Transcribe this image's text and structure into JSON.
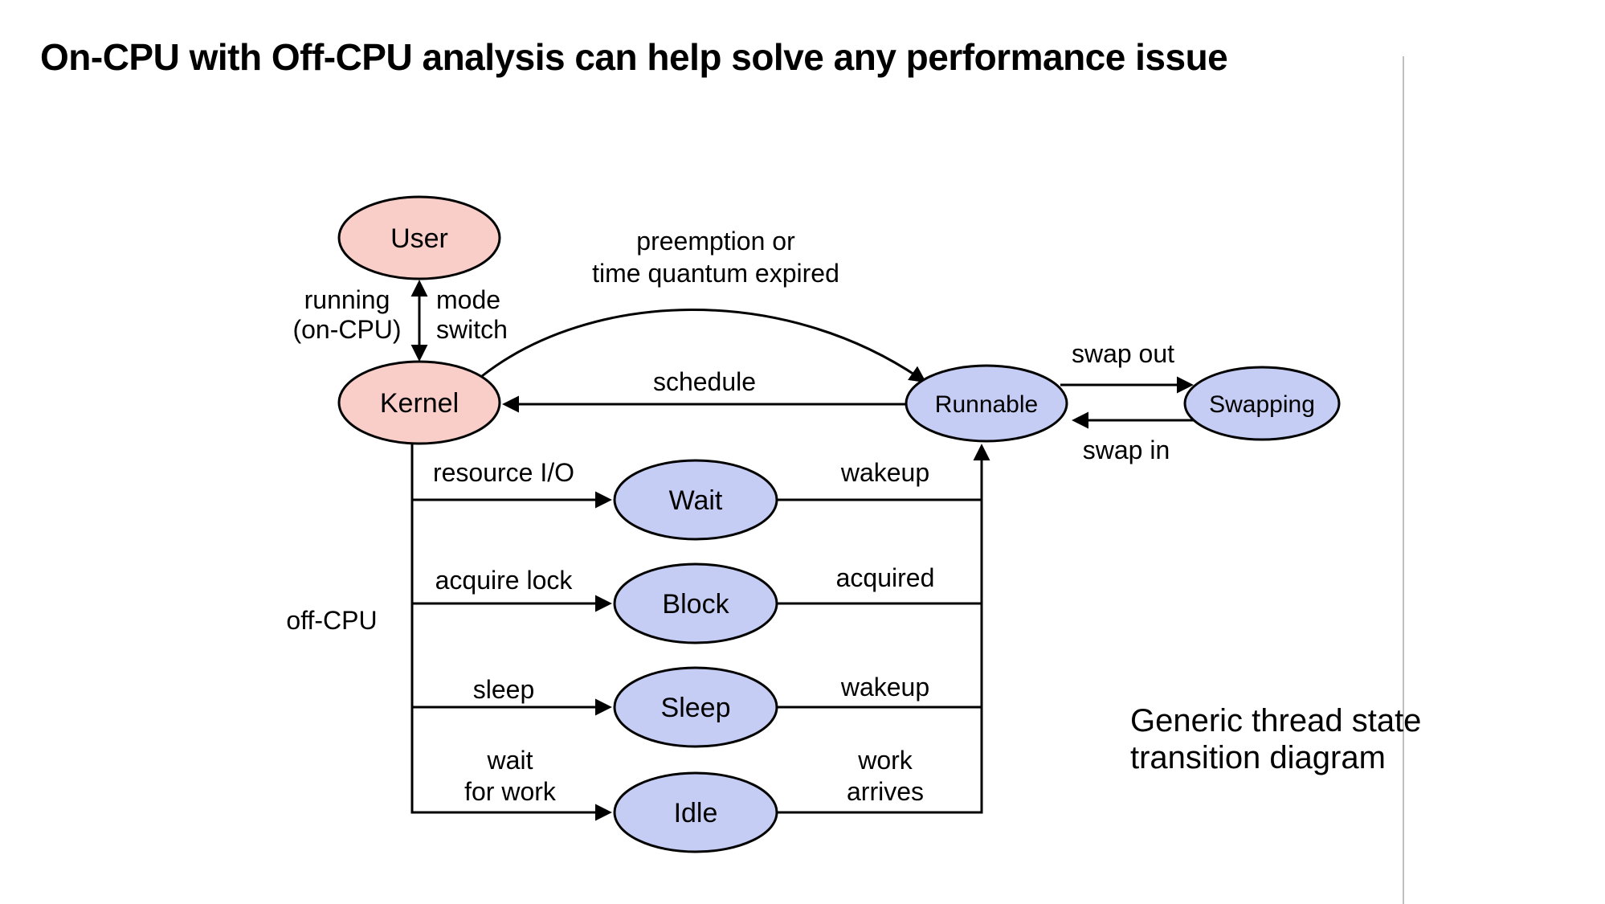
{
  "slide": {
    "title": "On-CPU with Off-CPU analysis can help solve any performance issue",
    "caption_line1": "Generic thread state",
    "caption_line2": "transition diagram"
  },
  "colors": {
    "user_kernel_fill": "#f9cdc8",
    "state_fill": "#c5cdf5",
    "outline": "#000000",
    "divider": "#bfbfbf"
  },
  "nodes": {
    "user": "User",
    "kernel": "Kernel",
    "runnable": "Runnable",
    "swapping": "Swapping",
    "wait": "Wait",
    "block": "Block",
    "sleep": "Sleep",
    "idle": "Idle"
  },
  "edge_labels": {
    "running_line1": "running",
    "running_line2": "(on-CPU)",
    "mode_switch_line1": "mode",
    "mode_switch_line2": "switch",
    "preemption_line1": "preemption or",
    "preemption_line2": "time quantum expired",
    "schedule": "schedule",
    "swap_out": "swap out",
    "swap_in": "swap in",
    "resource_io": "resource I/O",
    "wakeup_from_wait": "wakeup",
    "acquire_lock": "acquire lock",
    "acquired": "acquired",
    "sleep": "sleep",
    "wakeup_from_sleep": "wakeup",
    "wait_for_work_line1": "wait",
    "wait_for_work_line2": "for work",
    "work_arrives_line1": "work",
    "work_arrives_line2": "arrives",
    "off_cpu": "off-CPU"
  }
}
